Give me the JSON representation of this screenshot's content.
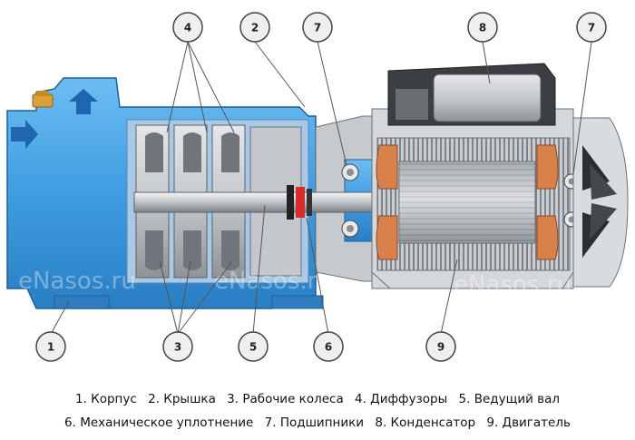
{
  "watermark": [
    "eNasos.ru",
    "eNasos.ru",
    "eNasos.ru"
  ],
  "callouts": [
    {
      "id": "c4",
      "number": "4"
    },
    {
      "id": "c2",
      "number": "2"
    },
    {
      "id": "c7a",
      "number": "7"
    },
    {
      "id": "c8",
      "number": "8"
    },
    {
      "id": "c7b",
      "number": "7"
    },
    {
      "id": "c1",
      "number": "1"
    },
    {
      "id": "c3",
      "number": "3"
    },
    {
      "id": "c5",
      "number": "5"
    },
    {
      "id": "c6",
      "number": "6"
    },
    {
      "id": "c9",
      "number": "9"
    }
  ],
  "legend": {
    "line1": [
      "1. Корпус",
      "2. Крышка",
      "3. Рабочие колеса",
      "4. Диффузоры",
      "5. Ведущий вал"
    ],
    "line2": [
      "6. Механическое уплотнение",
      "7. Подшипники",
      "8. Конденсатор",
      "9. Двигатель"
    ]
  },
  "colors": {
    "housing_blue": "#4aa6e6",
    "housing_dark": "#2d6fb0",
    "steel": "#b9bcc0",
    "stator_fins": "#8d9196",
    "winding": "#d9814a",
    "seal_red": "#d92b2b",
    "callout_fill": "#efefef"
  }
}
